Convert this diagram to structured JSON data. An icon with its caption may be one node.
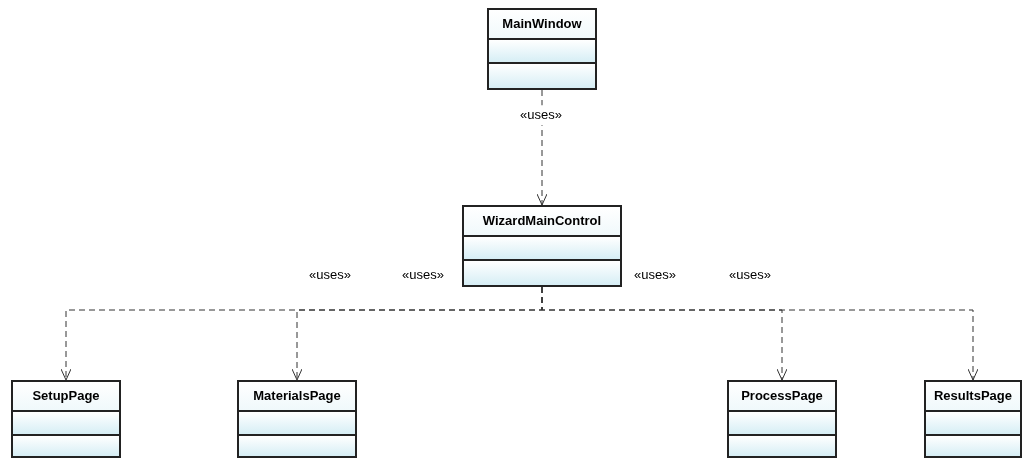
{
  "diagram": {
    "nodes": [
      {
        "text": [
          "MainWindow"
        ]
      },
      {
        "text": [
          "WizardMainControl"
        ]
      },
      {
        "text": [
          "SetupPage"
        ]
      },
      {
        "text": [
          "MaterialsPage"
        ]
      },
      {
        "text": [
          "ProcessPage"
        ]
      },
      {
        "text": [
          "ResultsPage"
        ]
      }
    ],
    "edges": [
      {
        "from": 0,
        "to": 1,
        "arrow": "to",
        "label": "«uses»",
        "style": "dashed"
      },
      {
        "from": 1,
        "to": 2,
        "arrow": "to",
        "label": "«uses»",
        "style": "dashed"
      },
      {
        "from": 1,
        "to": 3,
        "arrow": "to",
        "label": "«uses»",
        "style": "dashed"
      },
      {
        "from": 1,
        "to": 4,
        "arrow": "to",
        "label": "«uses»",
        "style": "dashed"
      },
      {
        "from": 1,
        "to": 5,
        "arrow": "to",
        "label": "«uses»",
        "style": "dashed"
      }
    ]
  }
}
